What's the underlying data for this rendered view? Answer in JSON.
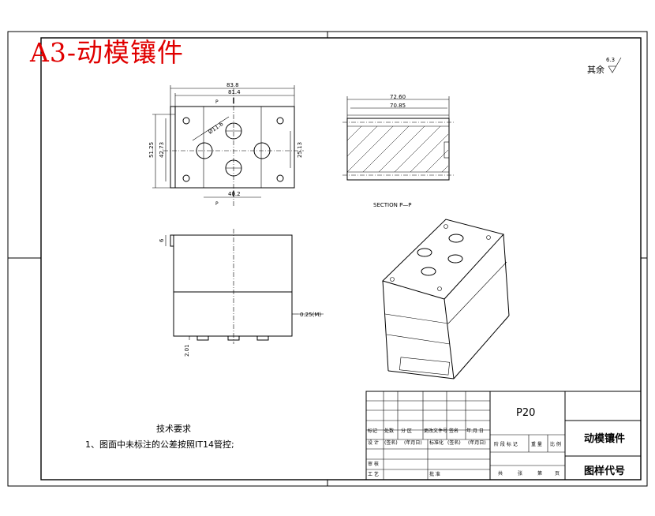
{
  "title": "A3-动模镶件",
  "roughness": {
    "label": "其余",
    "value": "6.3"
  },
  "dimensions": {
    "top_width": "83.8",
    "top_inner": "81.4",
    "section_mark": "P",
    "height_total": "51.25",
    "height_inner": "42.73",
    "hole_dia": "Ø11.6",
    "hole_spacing_v": "25.13",
    "hole_spacing_h": "40.2",
    "sec_width": "72.60",
    "sec_inner": "70.85",
    "front_top": "6",
    "front_bottom": "2.01",
    "flatness": "0.25(M)"
  },
  "section_label": "SECTION P—P",
  "notes": {
    "heading": "技术要求",
    "item1": "1、图面中未标注的公差按照IT14管控;"
  },
  "title_block": {
    "material": "P20",
    "part_name": "动模镶件",
    "drawing_code": "图样代号",
    "row_labels": [
      "标记",
      "处数",
      "分 区",
      "更改文件号",
      "签名",
      "年.月.日"
    ],
    "row_design": [
      "设 计",
      "(签名)",
      "(年月日)",
      "标准化",
      "(签名)",
      "(年月日)"
    ],
    "row_check": "审 核",
    "row_process": "工 艺",
    "row_approve": "批 准",
    "stage_cols": [
      "阶 段 标 记",
      "重 量",
      "比 例"
    ],
    "sheet_row": [
      "共",
      "张",
      "第",
      "页"
    ]
  }
}
